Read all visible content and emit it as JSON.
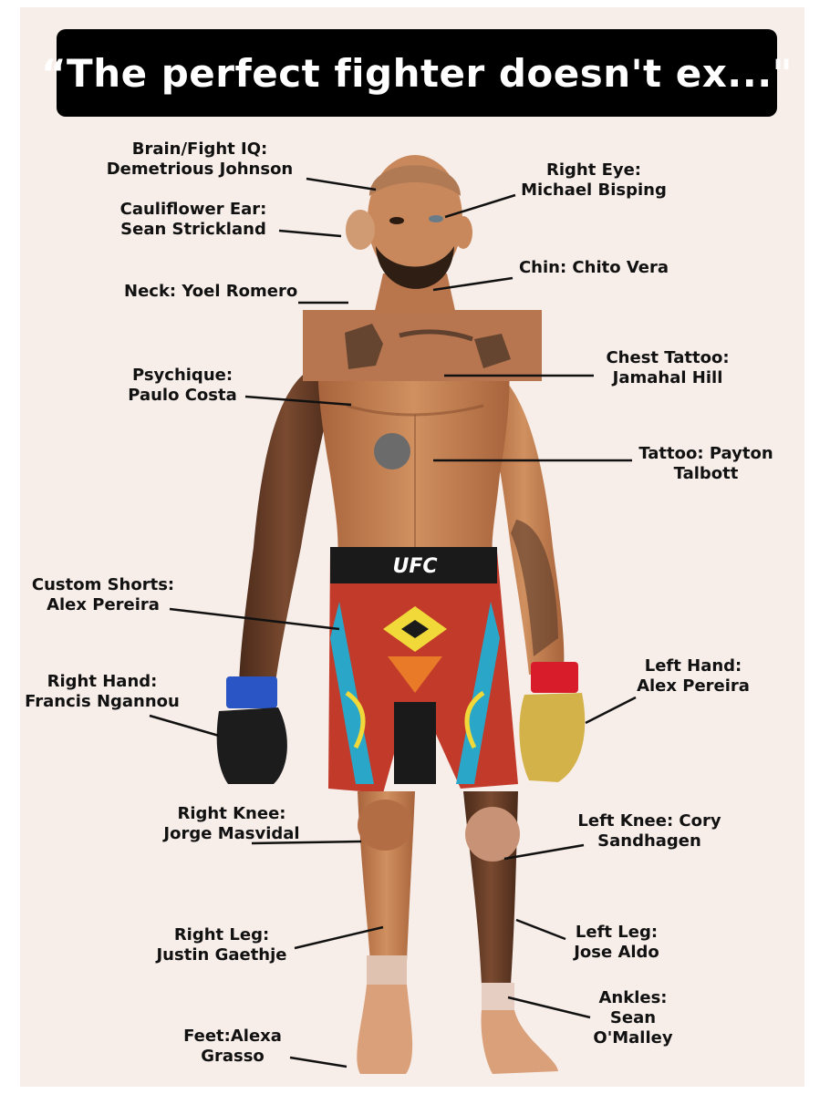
{
  "title": "“The perfect fighter doesn't ex...\"",
  "ufc_logo": "UFC",
  "colors": {
    "background": "#f7ede9",
    "title_bar": "#000000",
    "title_text": "#ffffff",
    "skin_tan": "#c8825a",
    "skin_dark": "#6b3f2a",
    "glove_black": "#1c1c1c",
    "glove_blue": "#2a55c4",
    "glove_gold": "#d4b24a",
    "glove_red": "#d81c2a"
  },
  "labels": {
    "brain": {
      "line1": "Brain/Fight IQ:",
      "line2": "Demetrious Johnson"
    },
    "right_eye": {
      "line1": "Right Eye:",
      "line2": "Michael Bisping"
    },
    "ear": {
      "line1": "Cauliflower Ear:",
      "line2": "Sean Strickland"
    },
    "chin": {
      "line1": "Chin: Chito Vera"
    },
    "neck": {
      "line1": "Neck: Yoel Romero"
    },
    "chest_tattoo": {
      "line1": "Chest Tattoo:",
      "line2": "Jamahal Hill"
    },
    "physique": {
      "line1": "Psychique:",
      "line2": "Paulo Costa"
    },
    "tattoo": {
      "line1": "Tattoo: Payton",
      "line2": "Talbott"
    },
    "shorts": {
      "line1": "Custom Shorts:",
      "line2": "Alex Pereira"
    },
    "left_hand": {
      "line1": "Left Hand:",
      "line2": "Alex Pereira"
    },
    "right_hand": {
      "line1": "Right Hand:",
      "line2": "Francis Ngannou"
    },
    "right_knee": {
      "line1": "Right Knee:",
      "line2": "Jorge Masvidal"
    },
    "left_knee": {
      "line1": "Left Knee: Cory",
      "line2": "Sandhagen"
    },
    "right_leg": {
      "line1": "Right Leg:",
      "line2": "Justin Gaethje"
    },
    "left_leg": {
      "line1": "Left Leg:",
      "line2": "Jose Aldo"
    },
    "ankles": {
      "line1": "Ankles:",
      "line2": "Sean",
      "line3": "O'Malley"
    },
    "feet": {
      "line1": "Feet:Alexa",
      "line2": "Grasso"
    }
  }
}
